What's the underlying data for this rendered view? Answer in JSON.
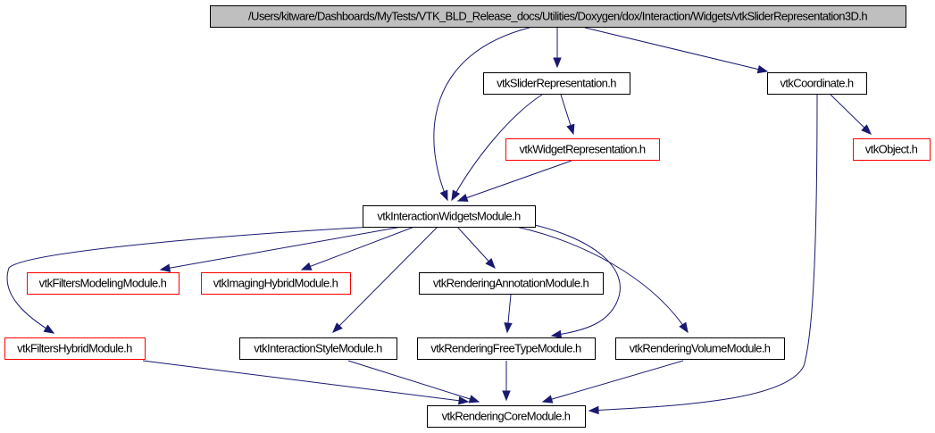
{
  "graph": {
    "colors": {
      "edge": "#191970",
      "root_fill": "#bfbfbf",
      "node_fill": "#ffffff",
      "node_border_default": "#000000",
      "node_border_external": "#ff0000",
      "text": "#000000"
    },
    "nodes": [
      {
        "id": "root",
        "label": "/Users/kitware/Dashboards/MyTests/VTK_BLD_Release_docs/Utilities/Doxygen/dox/Interaction/Widgets/vtkSliderRepresentation3D.h",
        "style": "root"
      },
      {
        "id": "sliderRep",
        "label": "vtkSliderRepresentation.h",
        "style": "normal"
      },
      {
        "id": "coordinate",
        "label": "vtkCoordinate.h",
        "style": "normal"
      },
      {
        "id": "widgetRep",
        "label": "vtkWidgetRepresentation.h",
        "style": "external"
      },
      {
        "id": "object",
        "label": "vtkObject.h",
        "style": "external"
      },
      {
        "id": "iwModule",
        "label": "vtkInteractionWidgetsModule.h",
        "style": "normal"
      },
      {
        "id": "filtersModeling",
        "label": "vtkFiltersModelingModule.h",
        "style": "external"
      },
      {
        "id": "imagingHybrid",
        "label": "vtkImagingHybridModule.h",
        "style": "external"
      },
      {
        "id": "renderingAnnotation",
        "label": "vtkRenderingAnnotationModule.h",
        "style": "normal"
      },
      {
        "id": "filtersHybrid",
        "label": "vtkFiltersHybridModule.h",
        "style": "external"
      },
      {
        "id": "interactionStyle",
        "label": "vtkInteractionStyleModule.h",
        "style": "normal"
      },
      {
        "id": "renderingFreeType",
        "label": "vtkRenderingFreeTypeModule.h",
        "style": "normal"
      },
      {
        "id": "renderingVolume",
        "label": "vtkRenderingVolumeModule.h",
        "style": "normal"
      },
      {
        "id": "renderingCore",
        "label": "vtkRenderingCoreModule.h",
        "style": "normal"
      }
    ],
    "edges": [
      {
        "from": "root",
        "to": "iwModule"
      },
      {
        "from": "root",
        "to": "sliderRep"
      },
      {
        "from": "root",
        "to": "coordinate"
      },
      {
        "from": "sliderRep",
        "to": "iwModule"
      },
      {
        "from": "sliderRep",
        "to": "widgetRep"
      },
      {
        "from": "widgetRep",
        "to": "iwModule"
      },
      {
        "from": "coordinate",
        "to": "object"
      },
      {
        "from": "coordinate",
        "to": "renderingCore"
      },
      {
        "from": "iwModule",
        "to": "filtersHybrid"
      },
      {
        "from": "iwModule",
        "to": "filtersModeling"
      },
      {
        "from": "iwModule",
        "to": "imagingHybrid"
      },
      {
        "from": "iwModule",
        "to": "interactionStyle"
      },
      {
        "from": "iwModule",
        "to": "renderingAnnotation"
      },
      {
        "from": "iwModule",
        "to": "renderingFreeType"
      },
      {
        "from": "iwModule",
        "to": "renderingVolume"
      },
      {
        "from": "renderingAnnotation",
        "to": "renderingFreeType"
      },
      {
        "from": "filtersHybrid",
        "to": "renderingCore"
      },
      {
        "from": "interactionStyle",
        "to": "renderingCore"
      },
      {
        "from": "renderingFreeType",
        "to": "renderingCore"
      },
      {
        "from": "renderingVolume",
        "to": "renderingCore"
      }
    ]
  }
}
